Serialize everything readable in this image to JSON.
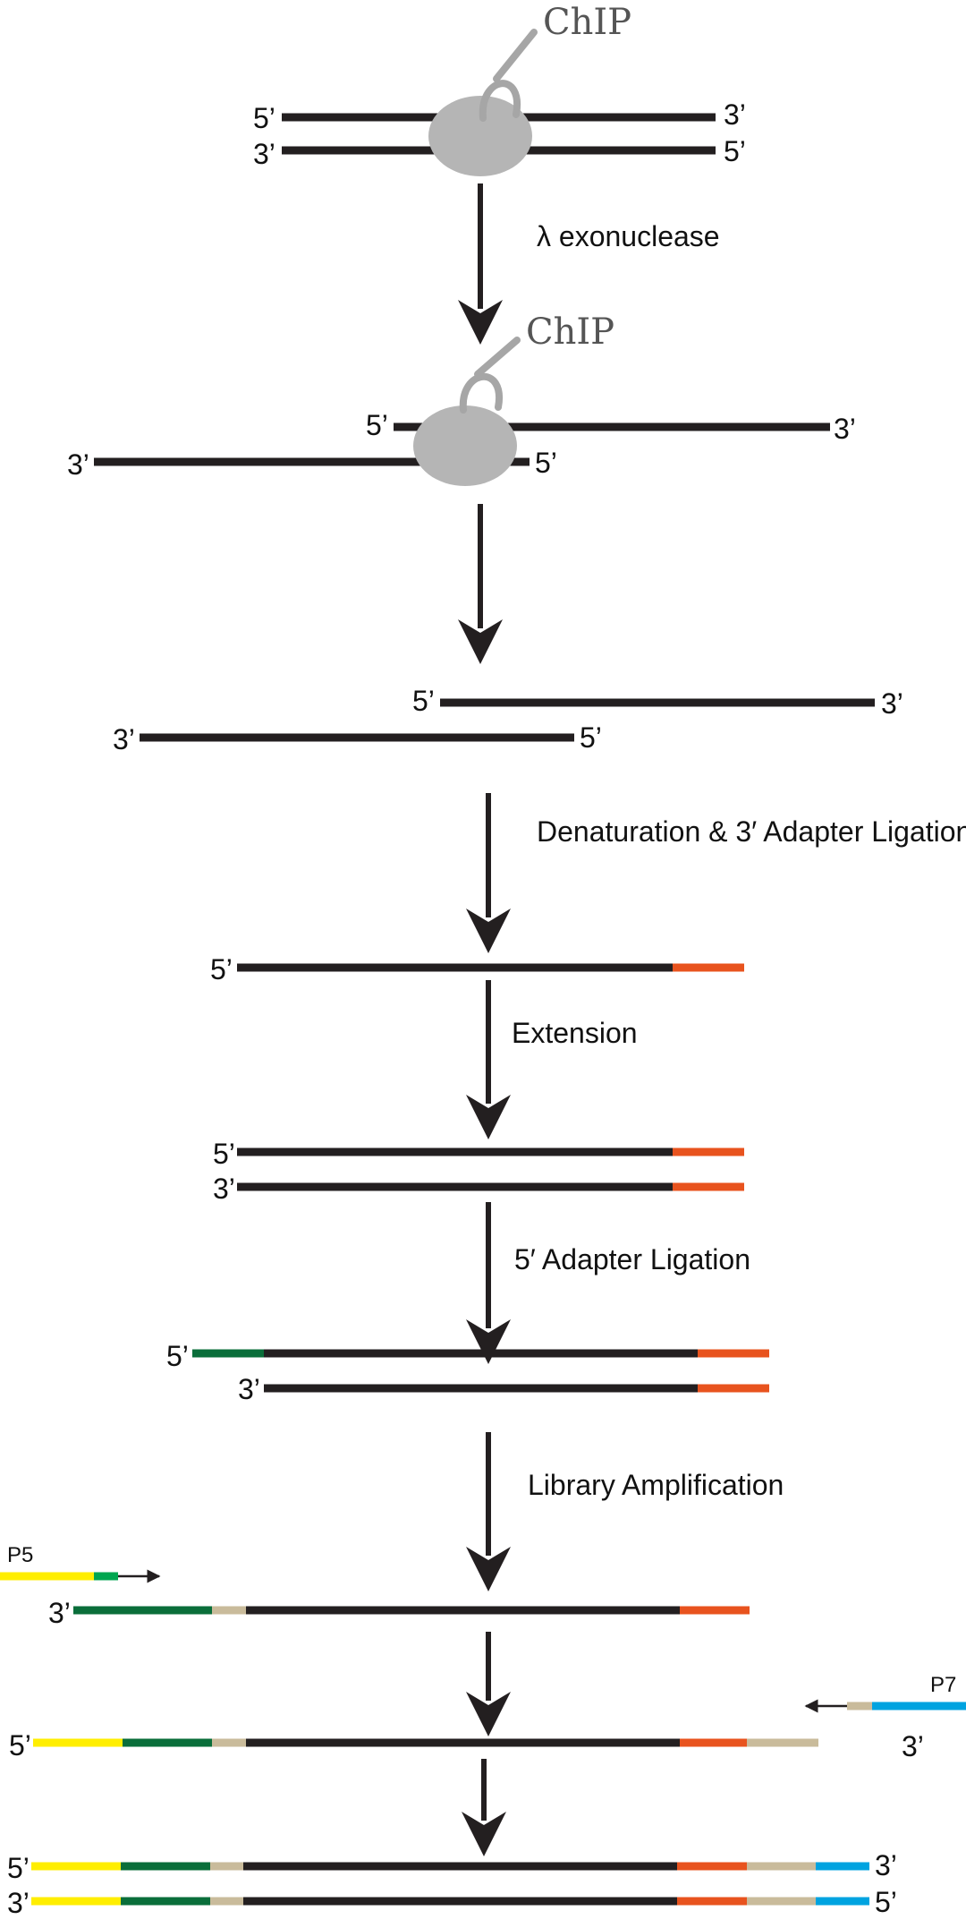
{
  "labels": {
    "five_prime": "5’",
    "three_prime": "3’",
    "chip": "ChIP",
    "p5": "P5",
    "p7": "P7"
  },
  "steps": {
    "lambda": "λ exonuclease",
    "denaturation": "Denaturation & 3′ Adapter Ligation",
    "extension": "Extension",
    "adapter5": "5′ Adapter Ligation",
    "amplification": "Library Amplification"
  },
  "colors": {
    "dna": "#231f20",
    "protein": "#b5b5b5",
    "antibody": "#a6a6a6",
    "adapter_3": "#e8531e",
    "adapter_5": "#0a6e3a",
    "p5": "#ffee00",
    "p5_tip": "#00a650",
    "p7": "#00a3e0",
    "index": "#c9bb9b",
    "arrow": "#231f20"
  }
}
